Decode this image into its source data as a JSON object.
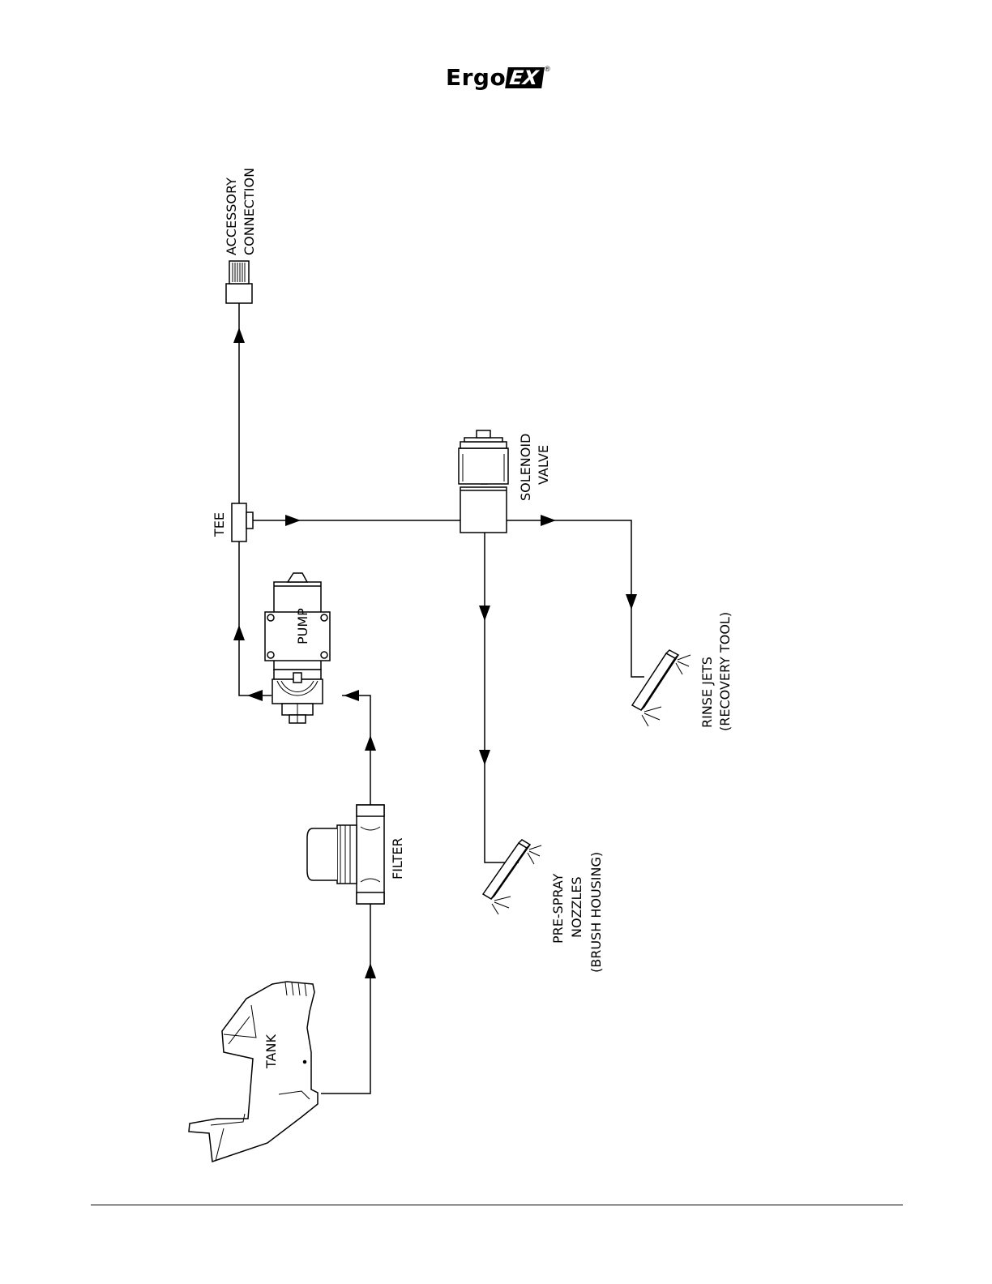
{
  "logo": {
    "part1": "Ergo",
    "part2": "EX",
    "mark": "®"
  },
  "labels": {
    "accessory": [
      "ACCESSORY",
      "CONNECTION"
    ],
    "tee": "TEE",
    "solenoid": [
      "SOLENOID",
      "VALVE"
    ],
    "pump": "PUMP",
    "filter": "FILTER",
    "tank": "TANK",
    "rinse": [
      "RINSE JETS",
      "(RECOVERY TOOL)"
    ],
    "prespray": [
      "PRE-SPRAY",
      "NOZZLES",
      "(BRUSH HOUSING)"
    ]
  }
}
